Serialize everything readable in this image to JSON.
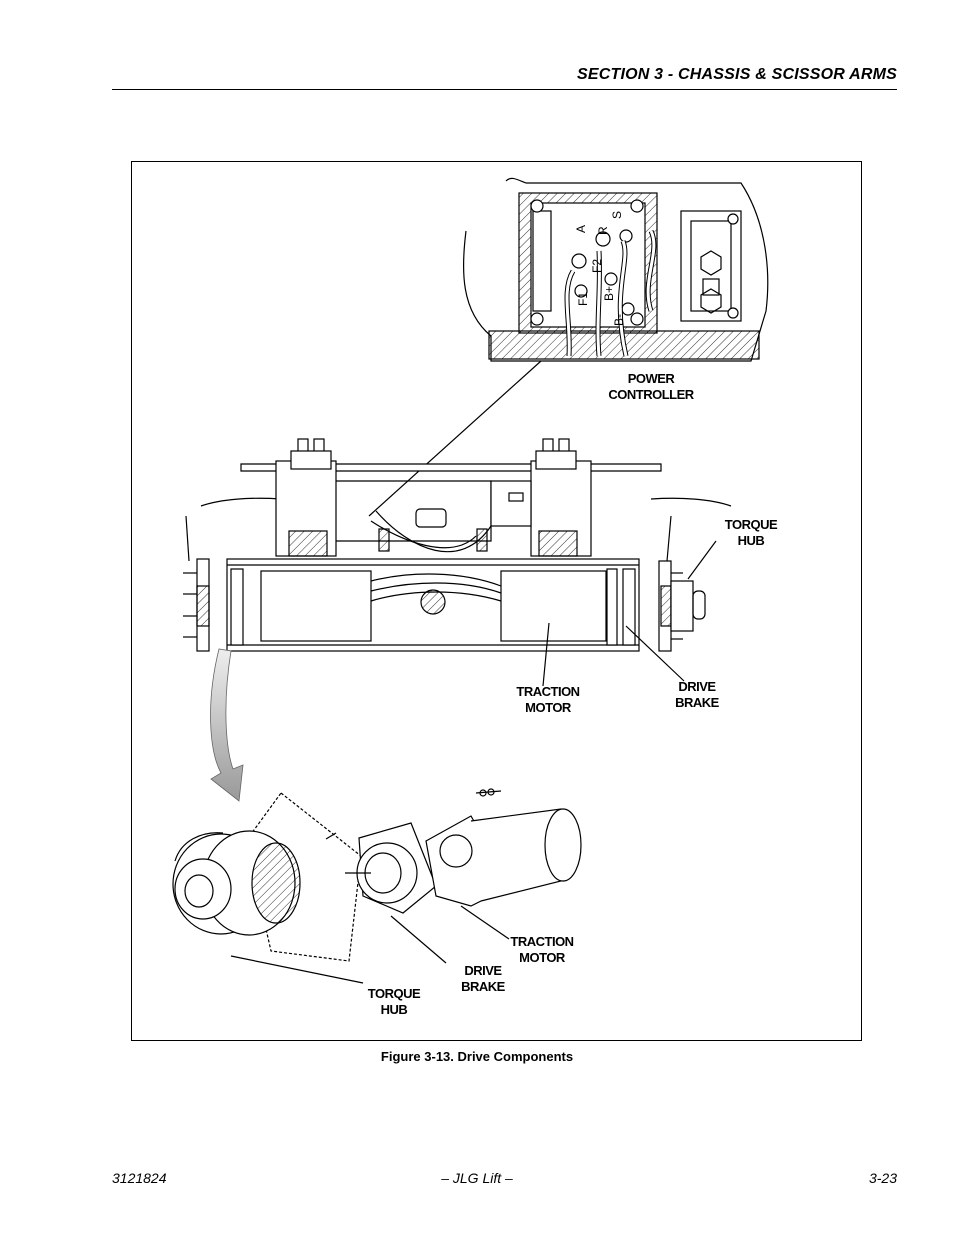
{
  "header": {
    "section_title": "SECTION 3 - CHASSIS & SCISSOR ARMS"
  },
  "figure": {
    "labels": {
      "power_controller": [
        "POWER",
        "CONTROLLER"
      ],
      "torque_hub_top": [
        "TORQUE",
        "HUB"
      ],
      "traction_motor_top": [
        "TRACTION",
        "MOTOR"
      ],
      "drive_brake_top": [
        "DRIVE",
        "BRAKE"
      ],
      "traction_motor_bottom": [
        "TRACTION",
        "MOTOR"
      ],
      "drive_brake_bottom": [
        "DRIVE",
        "BRAKE"
      ],
      "torque_hub_bottom": [
        "TORQUE",
        "HUB"
      ]
    },
    "controller_terminals": [
      "S",
      "A",
      "F2",
      "F1",
      "B-",
      "B+",
      "R"
    ],
    "caption": "Figure 3-13.  Drive Components"
  },
  "footer": {
    "doc_number": "3121824",
    "publisher": "– JLG Lift –",
    "page_number": "3-23"
  }
}
